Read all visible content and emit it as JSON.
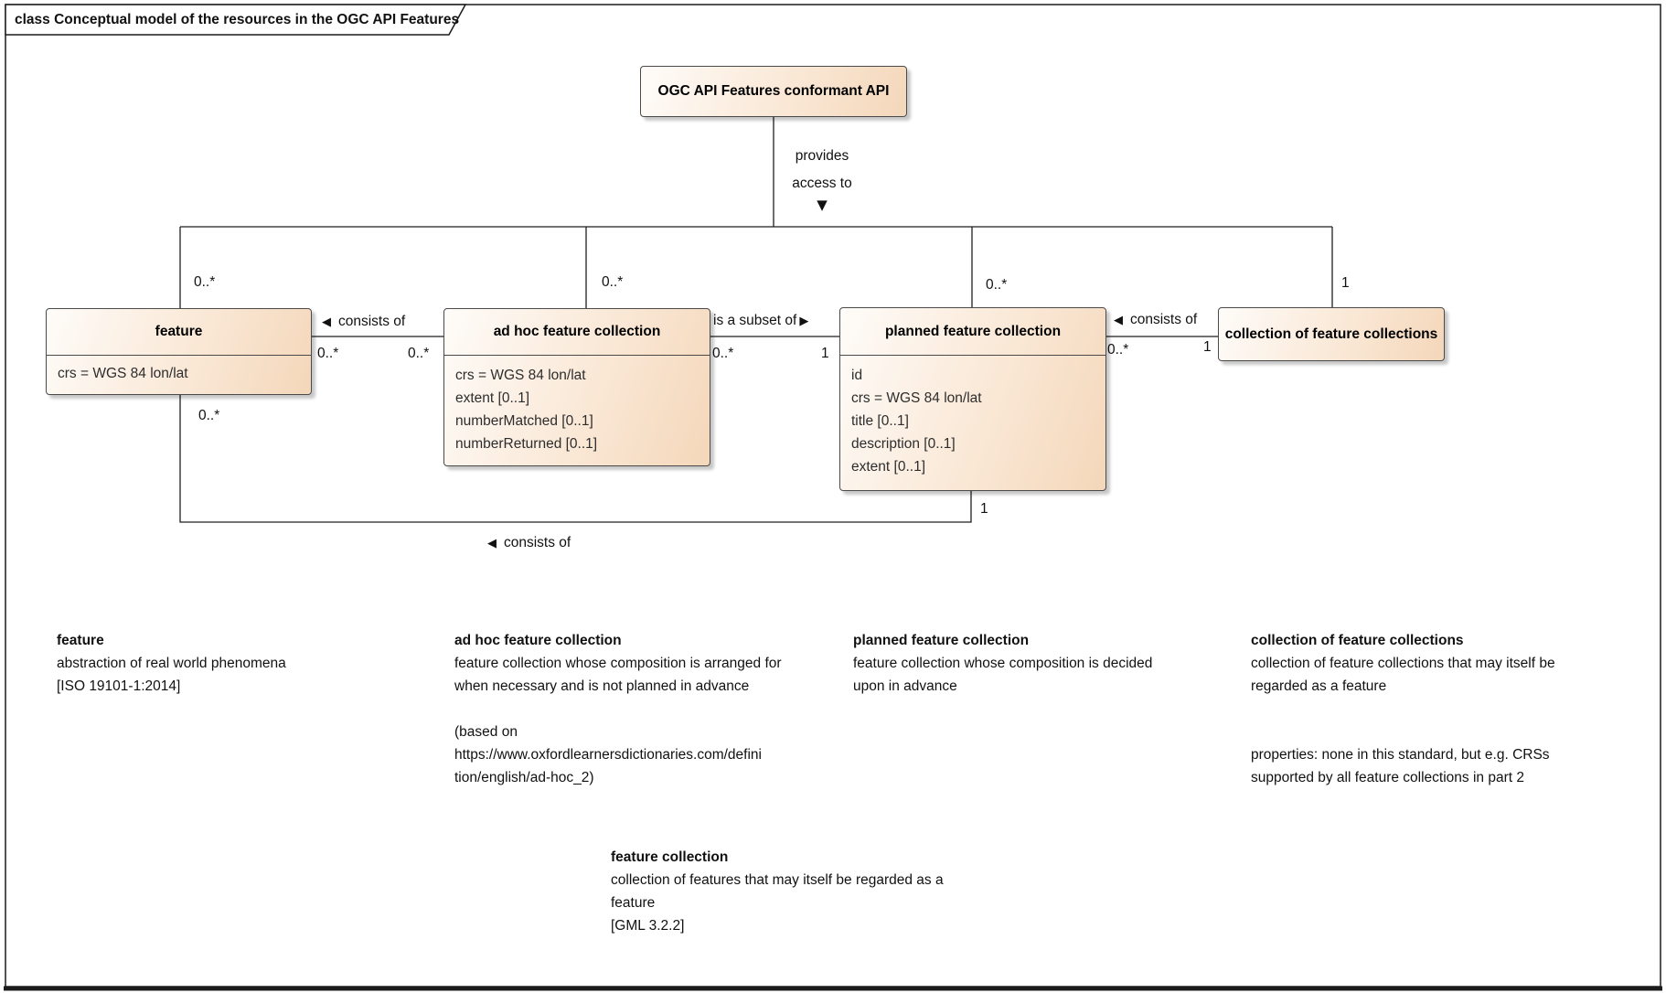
{
  "frame": {
    "title": "class Conceptual model of the resources in the OGC API Features"
  },
  "icons": {
    "down_triangle": "▼",
    "left_triangle": "◀",
    "right_triangle": "▶"
  },
  "colors": {
    "node_fill_light": "#fefcf9",
    "node_fill_dark": "#f4d7ba",
    "node_border": "#4a4a4a",
    "connector": "#1f1f1f"
  },
  "nodes": {
    "api": {
      "label": "OGC API Features conformant API"
    },
    "feature": {
      "name": "feature",
      "attributes": [
        "crs = WGS 84 lon/lat"
      ]
    },
    "adhoc": {
      "name": "ad hoc feature collection",
      "attributes": [
        "crs = WGS 84 lon/lat",
        "extent [0..1]",
        "numberMatched [0..1]",
        "numberReturned [0..1]"
      ]
    },
    "planned": {
      "name": "planned feature collection",
      "attributes": [
        "id",
        "crs = WGS 84 lon/lat",
        "title [0..1]",
        "description [0..1]",
        "extent [0..1]"
      ]
    },
    "collection": {
      "name": "collection of feature collections"
    }
  },
  "edges": {
    "provides": {
      "label_line1": "provides",
      "label_line2": "access to",
      "mult_feature": "0..*",
      "mult_adhoc": "0..*",
      "mult_planned": "0..*",
      "mult_collection": "1"
    },
    "feature_adhoc": {
      "label": "consists of",
      "mult_left": "0..*",
      "mult_right": "0..*"
    },
    "adhoc_planned": {
      "label": "is a subset of",
      "mult_left": "0..*",
      "mult_right": "1"
    },
    "planned_collection": {
      "label": "consists of",
      "mult_left": "0..*",
      "mult_right": "1"
    },
    "feature_planned": {
      "label": "consists of",
      "mult_left": "0..*",
      "mult_right": "1"
    }
  },
  "definitions": {
    "feature": {
      "term": "feature",
      "body": [
        "abstraction of real world phenomena",
        "[ISO 19101-1:2014]"
      ]
    },
    "adhoc": {
      "term": "ad hoc feature collection",
      "body": [
        "feature collection whose composition is arranged for",
        "when necessary and is not planned in advance"
      ],
      "note": [
        "(based on",
        "https://www.oxfordlearnersdictionaries.com/defini",
        "tion/english/ad-hoc_2)"
      ]
    },
    "planned": {
      "term": "planned feature collection",
      "body": [
        "feature collection whose composition is decided",
        "upon in advance"
      ]
    },
    "collection": {
      "term": "collection of feature collections",
      "body": [
        "collection of feature collections that may itself be",
        "regarded as a feature"
      ],
      "note": [
        "properties: none in this standard, but e.g. CRSs",
        "supported by all feature collections in part 2"
      ]
    },
    "feature_collection": {
      "term": "feature collection",
      "body": [
        "collection of features that may itself be regarded as a",
        "feature",
        "[GML 3.2.2]"
      ]
    }
  }
}
